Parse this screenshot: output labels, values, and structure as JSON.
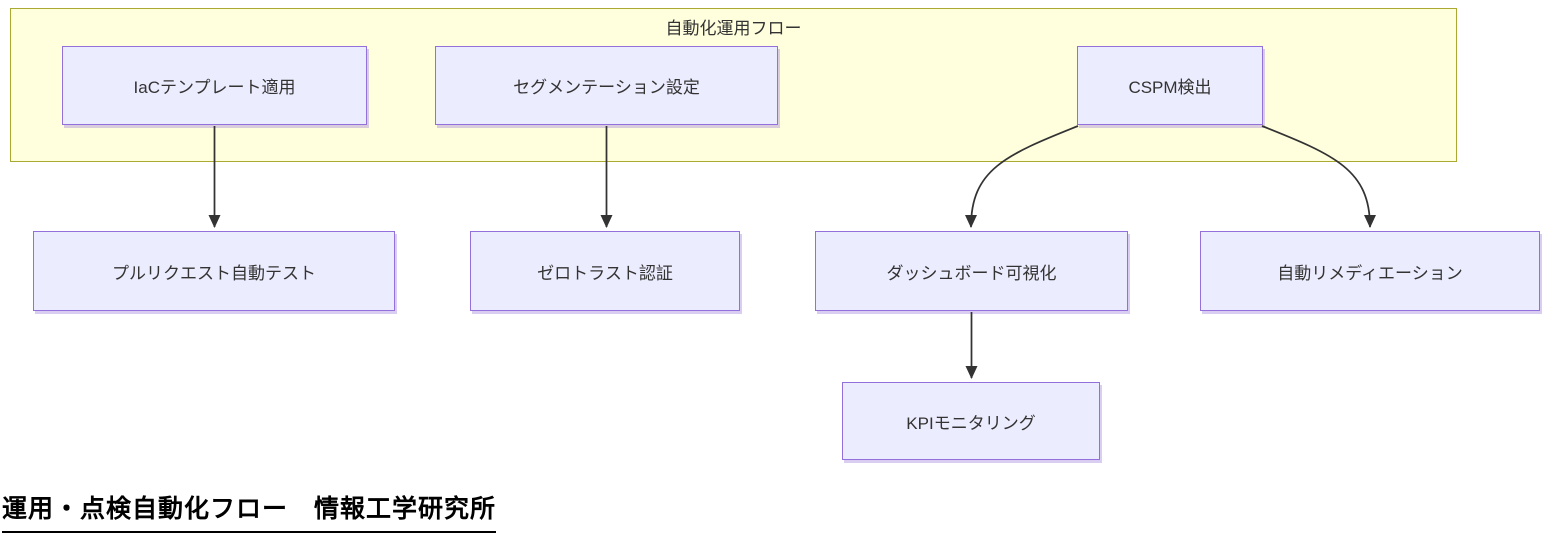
{
  "diagram": {
    "cluster": {
      "label": "自動化運用フロー",
      "fill_color": "#ffffde",
      "border_color": "#aaaa33"
    },
    "nodes": [
      {
        "id": "iac",
        "label": "IaCテンプレート適用"
      },
      {
        "id": "seg",
        "label": "セグメンテーション設定"
      },
      {
        "id": "cspm",
        "label": "CSPM検出"
      },
      {
        "id": "pr",
        "label": "プルリクエスト自動テスト"
      },
      {
        "id": "zt",
        "label": "ゼロトラスト認証"
      },
      {
        "id": "dash",
        "label": "ダッシュボード可視化"
      },
      {
        "id": "rem",
        "label": "自動リメディエーション"
      },
      {
        "id": "kpi",
        "label": "KPIモニタリング"
      }
    ],
    "edges": [
      {
        "from": "iac",
        "to": "pr"
      },
      {
        "from": "seg",
        "to": "zt"
      },
      {
        "from": "cspm",
        "to": "dash"
      },
      {
        "from": "cspm",
        "to": "rem"
      },
      {
        "from": "dash",
        "to": "kpi"
      }
    ],
    "node_fill_color": "#ececff",
    "node_border_color": "#9370db",
    "edge_color": "#333333",
    "text_color": "#333333"
  },
  "footer": {
    "title": "運用・点検自動化フロー　情報工学研究所"
  }
}
